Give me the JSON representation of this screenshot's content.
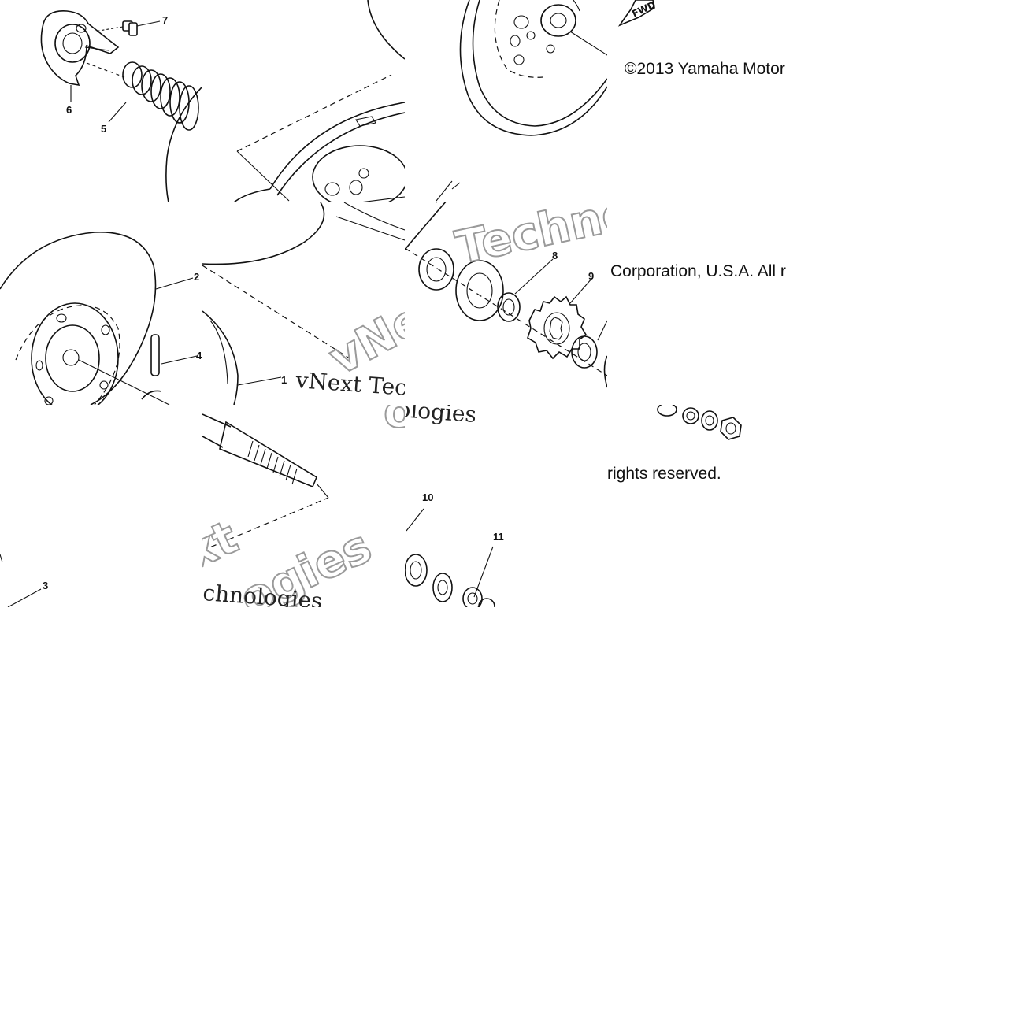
{
  "copyright": {
    "line1": "©2013 Yamaha Motor",
    "line2": "Corporation, U.S.A. All r",
    "line3": "rights reserved."
  },
  "watermark": {
    "serif": "vNext Technologies",
    "serif_fragment": "chnologies",
    "serif_fragment_2": "ologies",
    "outline_1": "Techno",
    "outline_2": "vNe",
    "outline_3": "xt",
    "outline_4": "ogies",
    "outline_5": "olo"
  },
  "direction_marker": "FWD",
  "callouts": [
    "2",
    "3",
    "4",
    "5",
    "6",
    "7",
    "8",
    "9",
    "10",
    "11"
  ],
  "callout_fragments": [
    "1"
  ]
}
